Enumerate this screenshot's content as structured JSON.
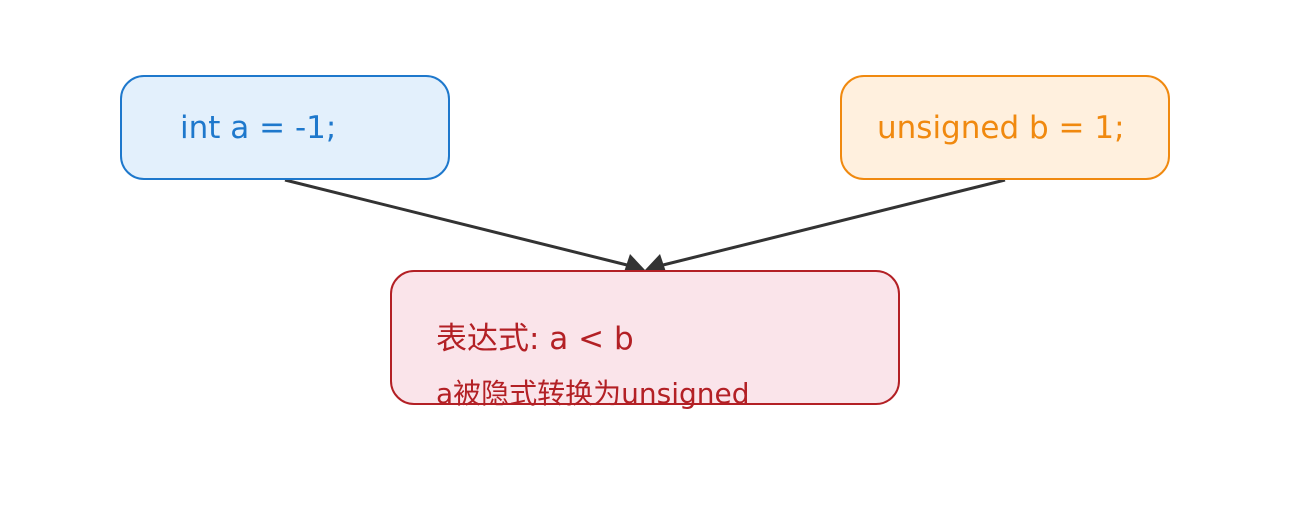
{
  "diagram": {
    "nodes": [
      {
        "id": "int-a",
        "label": "int a = -1;",
        "fill": "#e3f0fc",
        "border": "#1e78cc",
        "text_color": "#1e78cc"
      },
      {
        "id": "unsigned-b",
        "label": "unsigned b = 1;",
        "fill": "#fff0de",
        "border": "#f0890f",
        "text_color": "#f0890f"
      },
      {
        "id": "expr",
        "label_line1": "表达式: a < b",
        "label_line2": "a被隐式转换为unsigned",
        "fill": "#fae4ea",
        "border": "#b32025",
        "text_color": "#b32025"
      }
    ],
    "edges": [
      {
        "from": "int-a",
        "to": "expr"
      },
      {
        "from": "unsigned-b",
        "to": "expr"
      }
    ],
    "edge_color": "#333333"
  }
}
